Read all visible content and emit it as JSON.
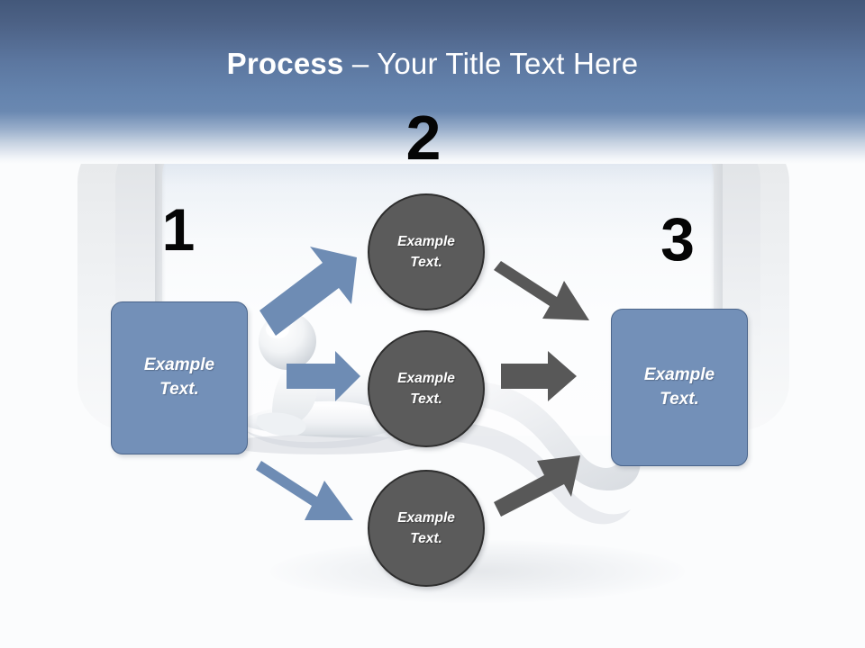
{
  "slide": {
    "title_strong": "Process",
    "title_separator": " – ",
    "title_light": "Your Title Text Here",
    "background_color": "#fbfcfd"
  },
  "theme": {
    "header_top_color": "#43587a",
    "header_bottom_color": "#6a88b1",
    "accent_blue": "#7390b8",
    "accent_blue_border": "#4a648a",
    "circle_fill": "#5b5b5b",
    "circle_border": "#2e2e2e",
    "arrow_blue": "#6e8cb4",
    "arrow_gray": "#585858",
    "number_color": "#050505",
    "label_text_color": "#ffffff"
  },
  "steps": [
    {
      "number": "1",
      "shape": "rounded-rectangle",
      "label": "Example\nText."
    },
    {
      "number": "2",
      "shape": "circle",
      "items": [
        {
          "label": "Example\nText."
        },
        {
          "label": "Example\nText."
        },
        {
          "label": "Example\nText."
        }
      ]
    },
    {
      "number": "3",
      "shape": "rounded-rectangle",
      "label": "Example\nText."
    }
  ],
  "connectors": [
    {
      "id": "blue-up",
      "from": "step-1",
      "to": "step-2-item-1",
      "color": "#6e8cb4",
      "direction": "up-right"
    },
    {
      "id": "blue-straight",
      "from": "step-1",
      "to": "step-2-item-2",
      "color": "#6e8cb4",
      "direction": "right"
    },
    {
      "id": "blue-down",
      "from": "step-1",
      "to": "step-2-item-3",
      "color": "#6e8cb4",
      "direction": "down-right"
    },
    {
      "id": "gray-down",
      "from": "step-2-item-1",
      "to": "step-3",
      "color": "#585858",
      "direction": "down-right"
    },
    {
      "id": "gray-straight",
      "from": "step-2-item-2",
      "to": "step-3",
      "color": "#585858",
      "direction": "right"
    },
    {
      "id": "gray-up",
      "from": "step-2-item-3",
      "to": "step-3",
      "color": "#585858",
      "direction": "up-right"
    }
  ],
  "decor": {
    "mascot": "3d-person-figure",
    "platform": "rounded-stage-backdrop",
    "swoosh": "curved-ribbon"
  }
}
